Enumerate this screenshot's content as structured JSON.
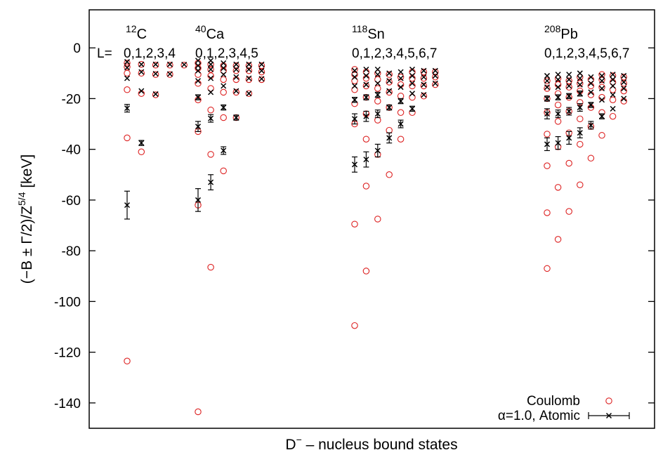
{
  "chart_data": {
    "type": "scatter",
    "title": "",
    "xlabel_main": "D",
    "xlabel_sup": "−",
    "xlabel_rest": " – nucleus bound states",
    "ylabel": "(−B ± Γ/2)/Z^5/4  [keV]",
    "ylim": [
      -150,
      15
    ],
    "yticks": [
      0,
      -20,
      -40,
      -60,
      -80,
      -100,
      -120,
      -140
    ],
    "grid": false,
    "legend_position": "bottom-right",
    "L_prefix": "L=",
    "colors": {
      "coulomb": "#dd2222",
      "atomic": "#000000",
      "axis": "#000000"
    },
    "legend": [
      {
        "label": "Coulomb",
        "marker": "open-circle"
      },
      {
        "label": "α=1.0,  Atomic",
        "marker": "x-errorbar"
      }
    ],
    "nuclei": [
      {
        "label_sup": "12",
        "label": "C",
        "L_labels": "0,1,2,3,4",
        "columns": [
          {
            "L": 0,
            "coulomb": [
              -123.5,
              -35.5,
              -16.5,
              -10,
              -7.5,
              -6
            ],
            "atomic": [
              {
                "y": -62,
                "err": 5.5
              },
              {
                "y": -23.8,
                "err": 1.5
              },
              {
                "y": -12
              },
              {
                "y": -7.8
              },
              {
                "y": -5.5
              }
            ]
          },
          {
            "L": 1,
            "coulomb": [
              -41,
              -18,
              -10,
              -6.5
            ],
            "atomic": [
              {
                "y": -37.5,
                "err": 1
              },
              {
                "y": -17
              },
              {
                "y": -9.5
              },
              {
                "y": -6.5
              }
            ]
          },
          {
            "L": 2,
            "coulomb": [
              -18.5,
              -10.5,
              -6.8
            ],
            "atomic": [
              {
                "y": -18.2
              },
              {
                "y": -10.2
              },
              {
                "y": -6.5
              }
            ]
          },
          {
            "L": 3,
            "coulomb": [
              -10.5,
              -6.8
            ],
            "atomic": [
              {
                "y": -10.3
              },
              {
                "y": -6.5
              }
            ]
          },
          {
            "L": 4,
            "coulomb": [
              -6.8
            ],
            "atomic": [
              {
                "y": -6.6
              }
            ]
          }
        ]
      },
      {
        "label_sup": "40",
        "label": "Ca",
        "L_labels": "0,1,2,3,4,5",
        "columns": [
          {
            "L": 0,
            "coulomb": [
              -143.5,
              -62,
              -33,
              -20.5,
              -14,
              -10.5,
              -8,
              -6
            ],
            "atomic": [
              {
                "y": -60,
                "err": 4.5
              },
              {
                "y": -31,
                "err": 2
              },
              {
                "y": -19.5,
                "err": 1
              },
              {
                "y": -13
              },
              {
                "y": -9
              },
              {
                "y": -7
              },
              {
                "y": -5
              }
            ]
          },
          {
            "L": 1,
            "coulomb": [
              -86.5,
              -42,
              -24.5,
              -16,
              -11,
              -8.5,
              -6.5
            ],
            "atomic": [
              {
                "y": -53,
                "err": 3
              },
              {
                "y": -27.8,
                "err": 1.5
              },
              {
                "y": -17.5
              },
              {
                "y": -12
              },
              {
                "y": -8.5
              },
              {
                "y": -6.5
              },
              {
                "y": -5
              }
            ]
          },
          {
            "L": 2,
            "coulomb": [
              -48.5,
              -27.5,
              -17.5,
              -12.5,
              -9,
              -7
            ],
            "atomic": [
              {
                "y": -40.5,
                "err": 1.5
              },
              {
                "y": -23.5,
                "err": 1
              },
              {
                "y": -15
              },
              {
                "y": -10.5
              },
              {
                "y": -8
              },
              {
                "y": -6
              }
            ]
          },
          {
            "L": 3,
            "coulomb": [
              -27.5,
              -17.5,
              -12.5,
              -9,
              -7
            ],
            "atomic": [
              {
                "y": -27.5,
                "err": 1
              },
              {
                "y": -17
              },
              {
                "y": -11.5
              },
              {
                "y": -8.5
              },
              {
                "y": -6.5
              }
            ]
          },
          {
            "L": 4,
            "coulomb": [
              -18,
              -12.5,
              -9,
              -7
            ],
            "atomic": [
              {
                "y": -18
              },
              {
                "y": -12
              },
              {
                "y": -8.5
              },
              {
                "y": -6.5
              }
            ]
          },
          {
            "L": 5,
            "coulomb": [
              -12.5,
              -9.5,
              -7
            ],
            "atomic": [
              {
                "y": -12.2
              },
              {
                "y": -9
              },
              {
                "y": -6.5
              }
            ]
          }
        ]
      },
      {
        "label_sup": "118",
        "label": "Sn",
        "L_labels": "0,1,2,3,4,5,6,7",
        "columns": [
          {
            "L": 0,
            "coulomb": [
              -109.5,
              -69.5,
              -30,
              -22,
              -16.5,
              -13,
              -10.5,
              -8.5
            ],
            "atomic": [
              {
                "y": -46,
                "err": 3
              },
              {
                "y": -28,
                "err": 2
              },
              {
                "y": -20.5,
                "err": 1
              },
              {
                "y": -15
              },
              {
                "y": -11.5
              },
              {
                "y": -9
              }
            ]
          },
          {
            "L": 1,
            "coulomb": [
              -88,
              -54.5,
              -36,
              -26,
              -19.5,
              -15,
              -12,
              -9.5
            ],
            "atomic": [
              {
                "y": -44,
                "err": 3
              },
              {
                "y": -27,
                "err": 2
              },
              {
                "y": -19.5,
                "err": 1
              },
              {
                "y": -14.5
              },
              {
                "y": -11
              },
              {
                "y": -8.5
              }
            ]
          },
          {
            "L": 2,
            "coulomb": [
              -67.5,
              -42,
              -28.5,
              -21,
              -16,
              -12.5,
              -10
            ],
            "atomic": [
              {
                "y": -40.5,
                "err": 2.5
              },
              {
                "y": -26,
                "err": 1.5
              },
              {
                "y": -18.5,
                "err": 1
              },
              {
                "y": -14
              },
              {
                "y": -10.5
              },
              {
                "y": -8.5
              }
            ]
          },
          {
            "L": 3,
            "coulomb": [
              -50,
              -32.5,
              -23.5,
              -17.5,
              -13.5,
              -10.5
            ],
            "atomic": [
              {
                "y": -35.5,
                "err": 2
              },
              {
                "y": -23.5,
                "err": 1
              },
              {
                "y": -17
              },
              {
                "y": -13
              },
              {
                "y": -10
              }
            ]
          },
          {
            "L": 4,
            "coulomb": [
              -36,
              -25.5,
              -19,
              -14.5,
              -11.5
            ],
            "atomic": [
              {
                "y": -30,
                "err": 1.5
              },
              {
                "y": -21,
                "err": 1
              },
              {
                "y": -15.5
              },
              {
                "y": -12
              },
              {
                "y": -9.5
              }
            ]
          },
          {
            "L": 5,
            "coulomb": [
              -25.5,
              -19.5,
              -15,
              -12,
              -9.5
            ],
            "atomic": [
              {
                "y": -24,
                "err": 1
              },
              {
                "y": -18
              },
              {
                "y": -14
              },
              {
                "y": -11
              },
              {
                "y": -8.5
              }
            ]
          },
          {
            "L": 6,
            "coulomb": [
              -19,
              -15,
              -12,
              -9.5
            ],
            "atomic": [
              {
                "y": -18.5
              },
              {
                "y": -14.5
              },
              {
                "y": -11.5
              },
              {
                "y": -9
              }
            ]
          },
          {
            "L": 7,
            "coulomb": [
              -14.5,
              -11.5,
              -9.5
            ],
            "atomic": [
              {
                "y": -14
              },
              {
                "y": -11
              },
              {
                "y": -9
              }
            ]
          }
        ]
      },
      {
        "label_sup": "208",
        "label": "Pb",
        "L_labels": "0,1,2,3,4,5,6,7",
        "columns": [
          {
            "L": 0,
            "coulomb": [
              -87,
              -65,
              -46.5,
              -34,
              -25.5,
              -20,
              -16,
              -13
            ],
            "atomic": [
              {
                "y": -38,
                "err": 2.5
              },
              {
                "y": -26,
                "err": 2
              },
              {
                "y": -20,
                "err": 1
              },
              {
                "y": -15.5
              },
              {
                "y": -13
              },
              {
                "y": -11
              }
            ]
          },
          {
            "L": 1,
            "coulomb": [
              -75.5,
              -55,
              -39,
              -29,
              -22.5,
              -18,
              -14.5,
              -12
            ],
            "atomic": [
              {
                "y": -37.5,
                "err": 2.5
              },
              {
                "y": -26,
                "err": 1.5
              },
              {
                "y": -19.5,
                "err": 1
              },
              {
                "y": -15.5
              },
              {
                "y": -12.5
              },
              {
                "y": -10.5
              }
            ]
          },
          {
            "L": 2,
            "coulomb": [
              -64.5,
              -45.5,
              -33.5,
              -25,
              -19.5,
              -15.5,
              -13
            ],
            "atomic": [
              {
                "y": -35.5,
                "err": 2.5
              },
              {
                "y": -25,
                "err": 1.5
              },
              {
                "y": -19,
                "err": 1
              },
              {
                "y": -15
              },
              {
                "y": -12.5
              },
              {
                "y": -10.5
              }
            ]
          },
          {
            "L": 3,
            "coulomb": [
              -54,
              -38,
              -28,
              -21.5,
              -17,
              -14,
              -11.5
            ],
            "atomic": [
              {
                "y": -33.5,
                "err": 2
              },
              {
                "y": -23.5,
                "err": 1.5
              },
              {
                "y": -18,
                "err": 1
              },
              {
                "y": -14.5
              },
              {
                "y": -12
              },
              {
                "y": -10
              }
            ]
          },
          {
            "L": 4,
            "coulomb": [
              -43.5,
              -31,
              -23.5,
              -18.5,
              -15,
              -12.5
            ],
            "atomic": [
              {
                "y": -30.5,
                "err": 1.5
              },
              {
                "y": -22.5,
                "err": 1
              },
              {
                "y": -17.5
              },
              {
                "y": -14
              },
              {
                "y": -11.5
              }
            ]
          },
          {
            "L": 5,
            "coulomb": [
              -34.5,
              -25.5,
              -19.5,
              -15.5,
              -12.5,
              -10.5
            ],
            "atomic": [
              {
                "y": -27,
                "err": 1
              },
              {
                "y": -20.5
              },
              {
                "y": -16
              },
              {
                "y": -13
              },
              {
                "y": -11
              }
            ]
          },
          {
            "L": 6,
            "coulomb": [
              -27,
              -20.5,
              -16.5,
              -13.5,
              -11
            ],
            "atomic": [
              {
                "y": -24
              },
              {
                "y": -18.5
              },
              {
                "y": -15
              },
              {
                "y": -12.5
              },
              {
                "y": -10.5
              }
            ]
          },
          {
            "L": 7,
            "coulomb": [
              -21,
              -17,
              -14,
              -11.5
            ],
            "atomic": [
              {
                "y": -20
              },
              {
                "y": -16
              },
              {
                "y": -13.5
              },
              {
                "y": -11
              }
            ]
          }
        ]
      }
    ]
  }
}
